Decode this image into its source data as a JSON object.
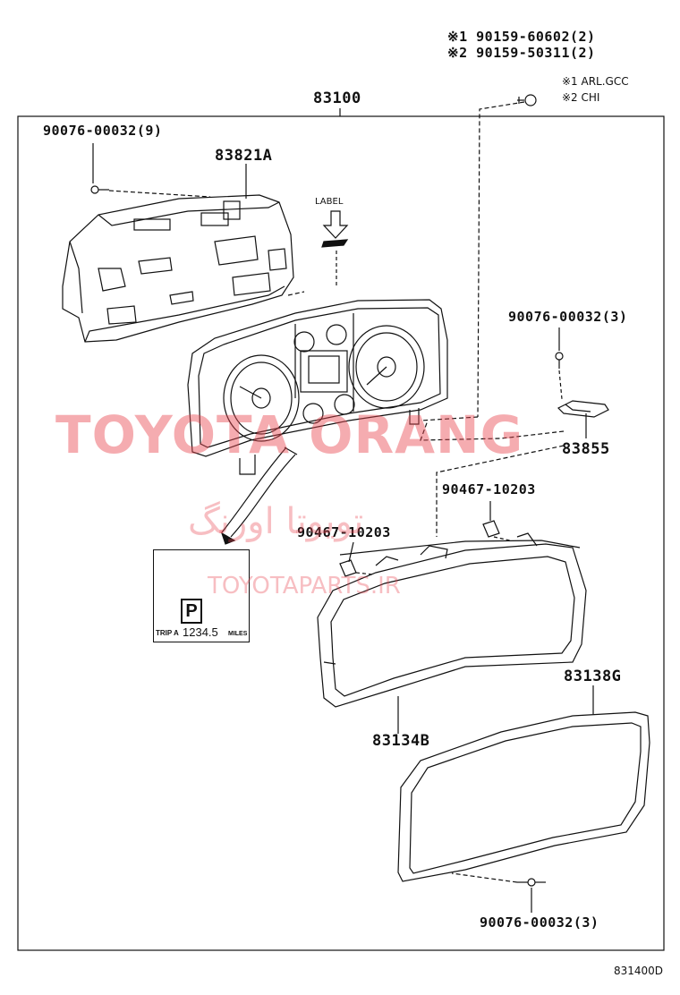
{
  "fasteners": {
    "bolt_1": "※1  90159-60602(2)",
    "bolt_2": "※2  90159-50311(2)",
    "note_1": "※1  ARL.GCC",
    "note_2": "※2  CHI"
  },
  "parts": {
    "assembly": "83100",
    "screw_top": "90076-00032(9)",
    "housing": "83821A",
    "label_callout": "LABEL",
    "screw_right": "90076-00032(3)",
    "connector": "83855",
    "clip_upper": "90467-10203",
    "clip_lower": "90467-10203",
    "lens": "83134B",
    "glass": "83138G",
    "screw_bottom": "90076-00032(3)"
  },
  "display_inset": {
    "trip_label": "TRIP A",
    "trip_value": "1234.5",
    "trip_unit": "MILES",
    "gear": "P"
  },
  "watermark": {
    "main": "TOYOTA ORANG",
    "arabic": "تویوتا اورنگ",
    "site": "TOYOTAPARTS.IR"
  },
  "diagram_code": "831400D"
}
